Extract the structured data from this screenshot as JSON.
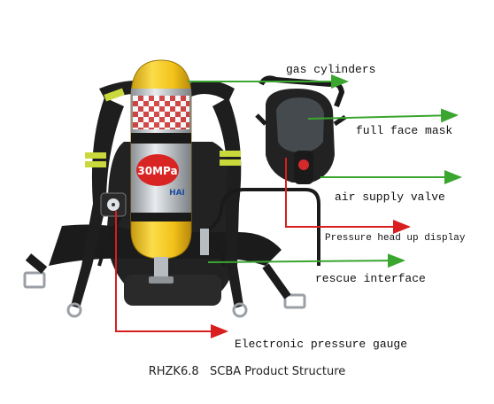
{
  "labels": {
    "gas_cylinders": "gas cylinders",
    "full_face_mask": "full face mask",
    "air_supply_valve": "air supply valve",
    "pressure_hud": "Pressure head up display",
    "rescue_interface": "rescue interface",
    "pressure_gauge": "Electronic pressure gauge"
  },
  "cylinder_text": {
    "pressure": "30MPa",
    "brand": "HAI"
  },
  "caption": "RHZK6.8   SCBA Product Structure",
  "colors": {
    "green_arrow": "#3aa52f",
    "red_arrow": "#d81e1e",
    "cylinder_yellow": "#f2c21a",
    "harness_black": "#1d1d1d",
    "reflective_strip": "#c9d83a"
  }
}
